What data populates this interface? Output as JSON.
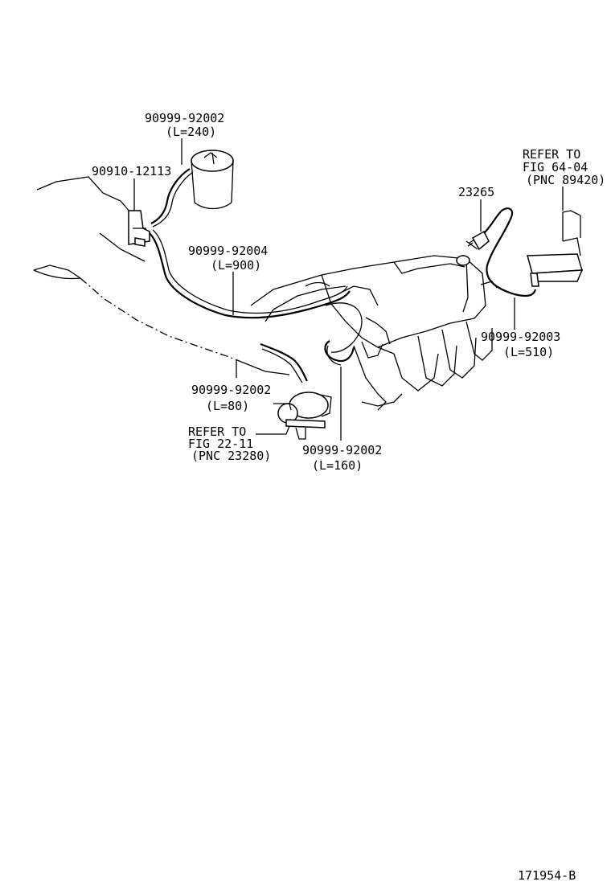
{
  "callouts": {
    "hose_top": {
      "part": "90999-92002",
      "length": "(L=240)"
    },
    "clamp": {
      "part": "90910-12113"
    },
    "hose_long": {
      "part": "90999-92004",
      "length": "(L=900)"
    },
    "sensor": {
      "part": "23265"
    },
    "refer_right": {
      "line1": "REFER TO",
      "line2": "FIG 64-04",
      "line3": "(PNC 89420)"
    },
    "hose_right": {
      "part": "90999-92003",
      "length": "(L=510)"
    },
    "hose_short": {
      "part": "90999-92002",
      "length": "(L=80)"
    },
    "refer_left": {
      "line1": "REFER TO",
      "line2": "FIG 22-11",
      "line3": "(PNC 23280)"
    },
    "hose_mid": {
      "part": "90999-92002",
      "length": "(L=160)"
    }
  },
  "figure_id": "171954-B"
}
